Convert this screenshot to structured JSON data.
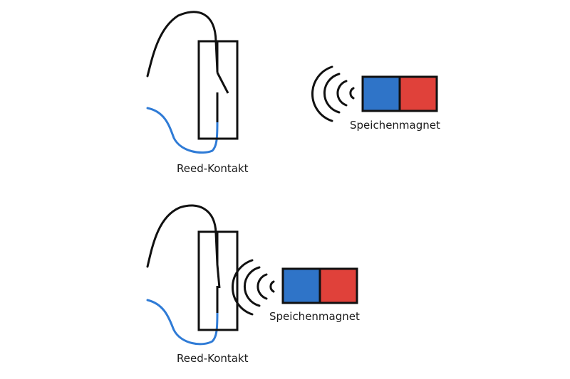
{
  "colors": {
    "wire_black": "#111111",
    "wire_blue": "#2f7bd6",
    "magnet_north": "#2f74c8",
    "magnet_south": "#e0413a",
    "outline": "#111111",
    "background": "#ffffff"
  },
  "panels": [
    {
      "state": "open",
      "reed_label": "Reed-Kontakt",
      "magnet_label": "Speichenmagnet"
    },
    {
      "state": "closed",
      "reed_label": "Reed-Kontakt",
      "magnet_label": "Speichenmagnet"
    }
  ]
}
